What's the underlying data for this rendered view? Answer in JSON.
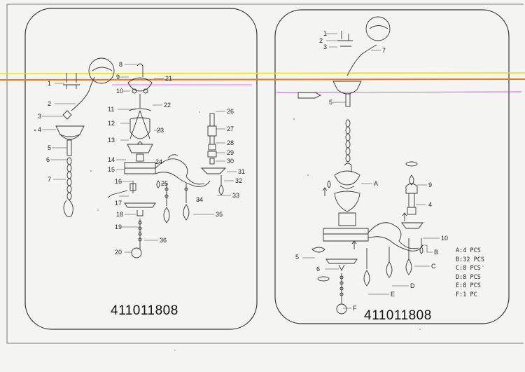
{
  "left": {
    "model": "411011808",
    "labels": [
      "1",
      "2",
      "3",
      "4",
      "5",
      "6",
      "7",
      "8",
      "9",
      "10",
      "11",
      "12",
      "13",
      "14",
      "15",
      "16",
      "17",
      "18",
      "19",
      "20",
      "21",
      "22",
      "23",
      "24",
      "25",
      "26",
      "27",
      "28",
      "29",
      "30",
      "31",
      "32",
      "33",
      "34",
      "35",
      "36"
    ]
  },
  "right": {
    "model": "411011808",
    "labels": [
      "1",
      "2",
      "3",
      "7",
      "5",
      "A",
      "9",
      "4",
      "10",
      "B",
      "C",
      "D",
      "E",
      "F",
      "5",
      "6"
    ],
    "parts": [
      {
        "letter": "A",
        "qty": "4",
        "unit": "PCS"
      },
      {
        "letter": "B",
        "qty": "32",
        "unit": "PCS"
      },
      {
        "letter": "C",
        "qty": "8",
        "unit": "PCS"
      },
      {
        "letter": "D",
        "qty": "8",
        "unit": "PCS"
      },
      {
        "letter": "E",
        "qty": "8",
        "unit": "PCS"
      },
      {
        "letter": "F",
        "qty": "1",
        "unit": "PC"
      }
    ]
  },
  "colors": {
    "line": "#333333",
    "bg": "#f4f4f2",
    "scan_yellow": "#f2e200",
    "scan_orange": "#f07a18",
    "scan_magenta": "#e040e8"
  }
}
